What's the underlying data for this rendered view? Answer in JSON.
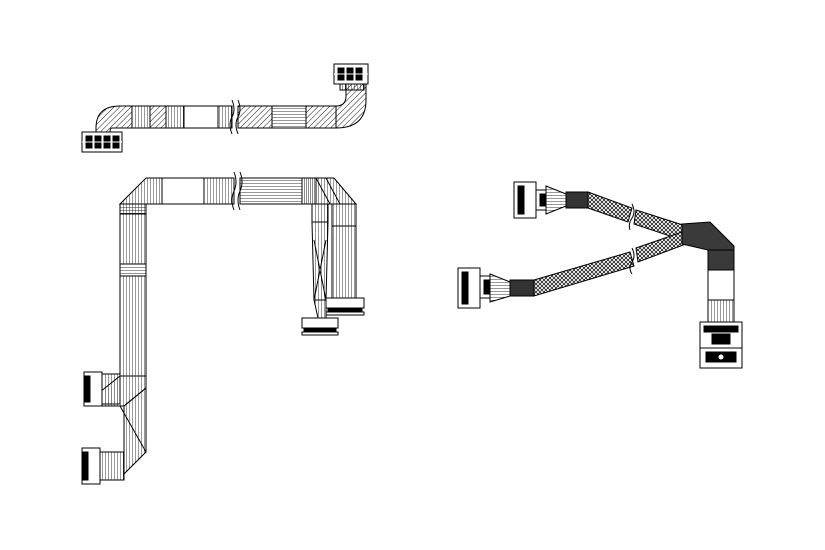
{
  "figure": {
    "background": "#ffffff",
    "ink": "#000000",
    "dark_fill": "#3a3a3a",
    "mid_fill": "#6a6a6a",
    "light_fill": "#ffffff",
    "drawings": [
      {
        "name": "power-cable",
        "connectors": 2,
        "break_marks": 1
      },
      {
        "name": "flat-ribbon-cable-assembly",
        "connectors": 4,
        "break_marks": 1
      },
      {
        "name": "y-splitter-cable",
        "connectors": 3,
        "break_marks": 2
      }
    ]
  }
}
